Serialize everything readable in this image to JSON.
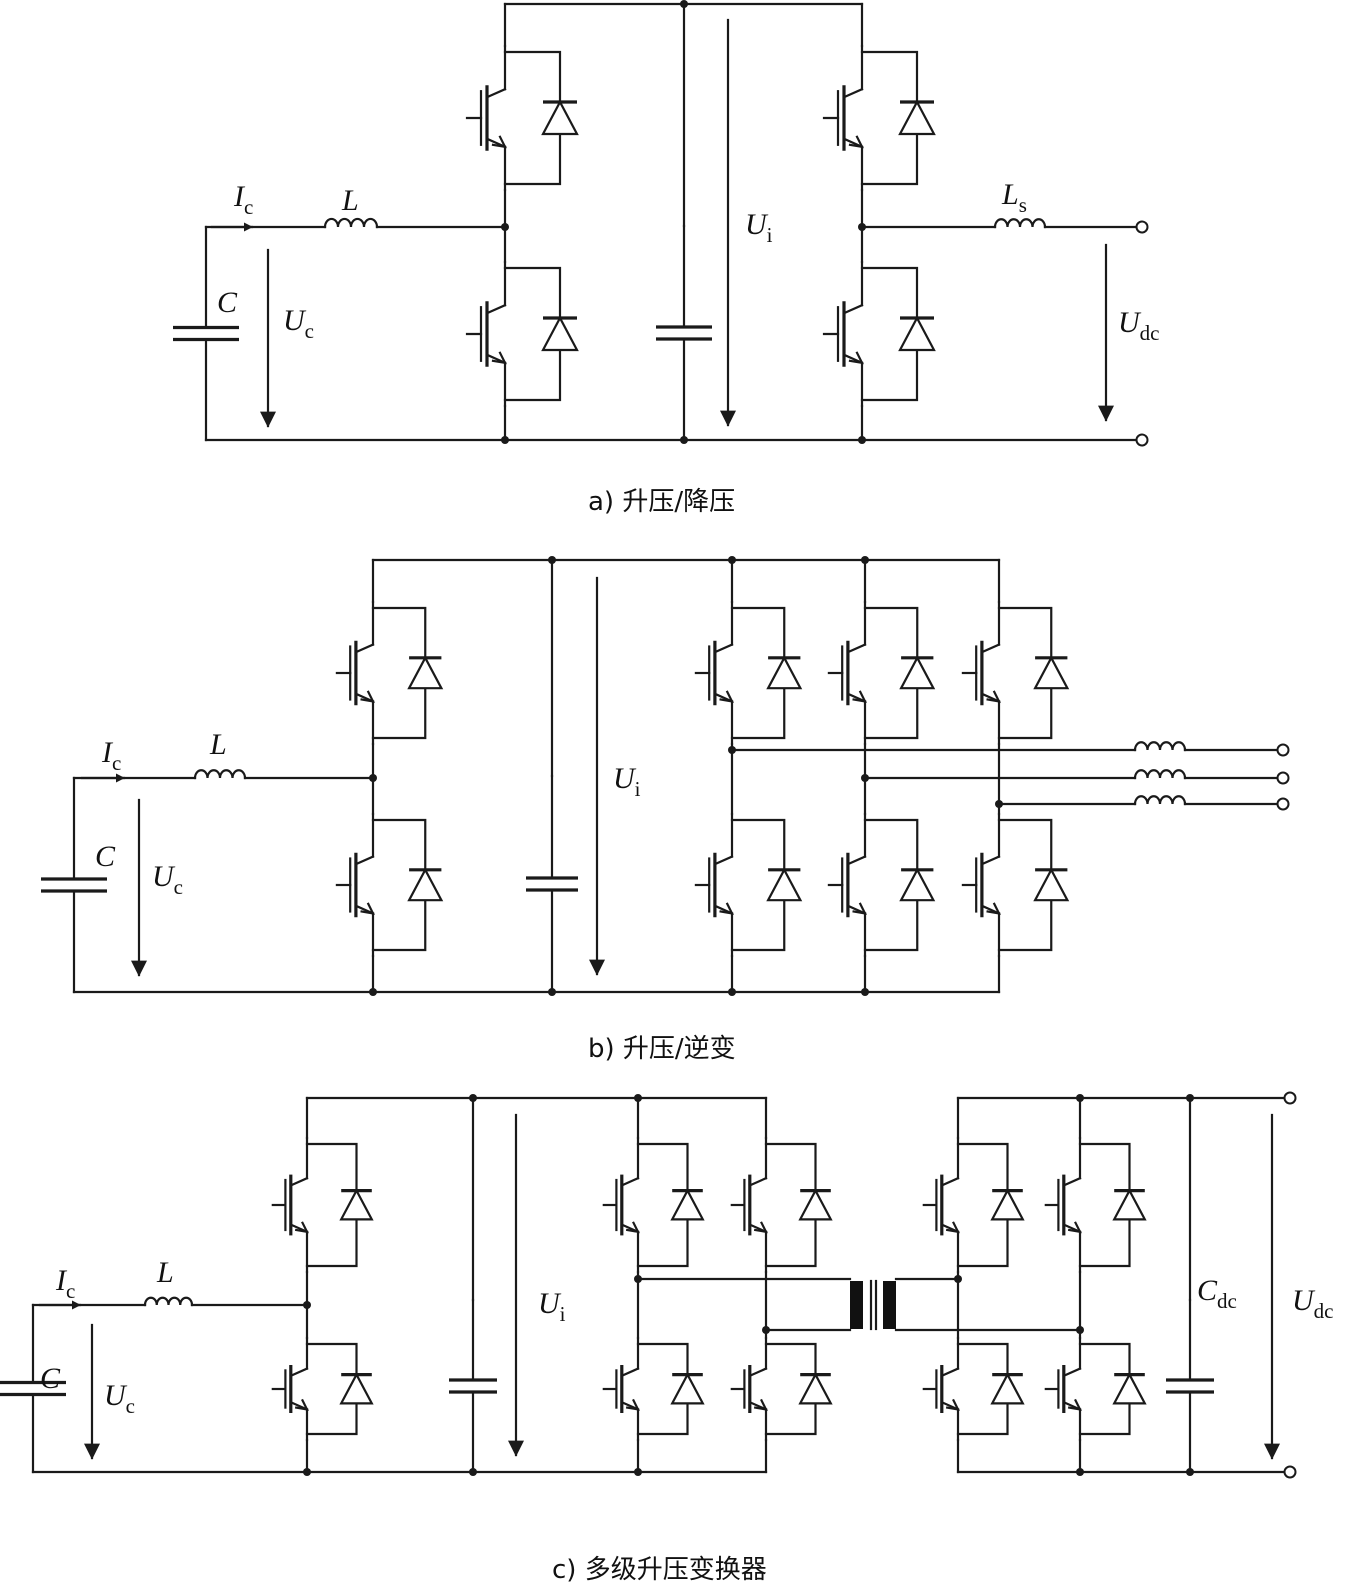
{
  "panels": [
    {
      "id": "a",
      "caption": "a) 升压/降压",
      "labels": {
        "Ic": "I",
        "Ic_sub": "c",
        "L": "L",
        "C": "C",
        "Uc": "U",
        "Uc_sub": "c",
        "Ui": "U",
        "Ui_sub": "i",
        "Ls": "L",
        "Ls_sub": "s",
        "Udc": "U",
        "Udc_sub": "dc"
      }
    },
    {
      "id": "b",
      "caption": "b) 升压/逆变",
      "labels": {
        "Ic": "I",
        "Ic_sub": "c",
        "L": "L",
        "C": "C",
        "Uc": "U",
        "Uc_sub": "c",
        "Ui": "U",
        "Ui_sub": "i"
      }
    },
    {
      "id": "c",
      "caption": "c) 多级升压变换器",
      "labels": {
        "Ic": "I",
        "Ic_sub": "c",
        "L": "L",
        "C": "C",
        "Uc": "U",
        "Uc_sub": "c",
        "Ui": "U",
        "Ui_sub": "i",
        "Cdc": "C",
        "Cdc_sub": "dc",
        "Udc": "U",
        "Udc_sub": "dc"
      }
    }
  ]
}
